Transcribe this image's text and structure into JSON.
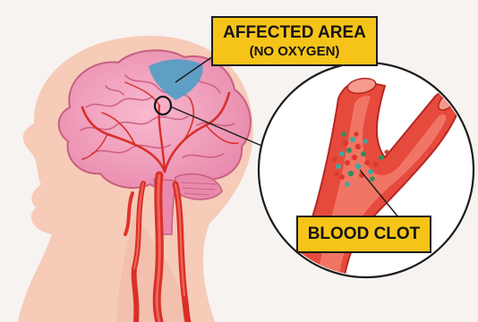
{
  "labels": {
    "affected_area_line1": "AFFECTED AREA",
    "affected_area_line2": "(NO OXYGEN)",
    "blood_clot": "BLOOD CLOT"
  },
  "colors": {
    "background": "#f7f3f1",
    "head_silhouette": "#f6cbb8",
    "brain": "#f2a1bd",
    "artery": "#e0342b",
    "affected_area": "#4f9fc7",
    "label_fill": "#f6c419",
    "clot_cells": [
      "#d93a2c",
      "#3fa7a0",
      "#2f8f5f"
    ]
  },
  "icons": {
    "brain": "brain-illustration",
    "vessel": "blood-vessel-cross-section",
    "clot": "blood-clot-cluster"
  }
}
